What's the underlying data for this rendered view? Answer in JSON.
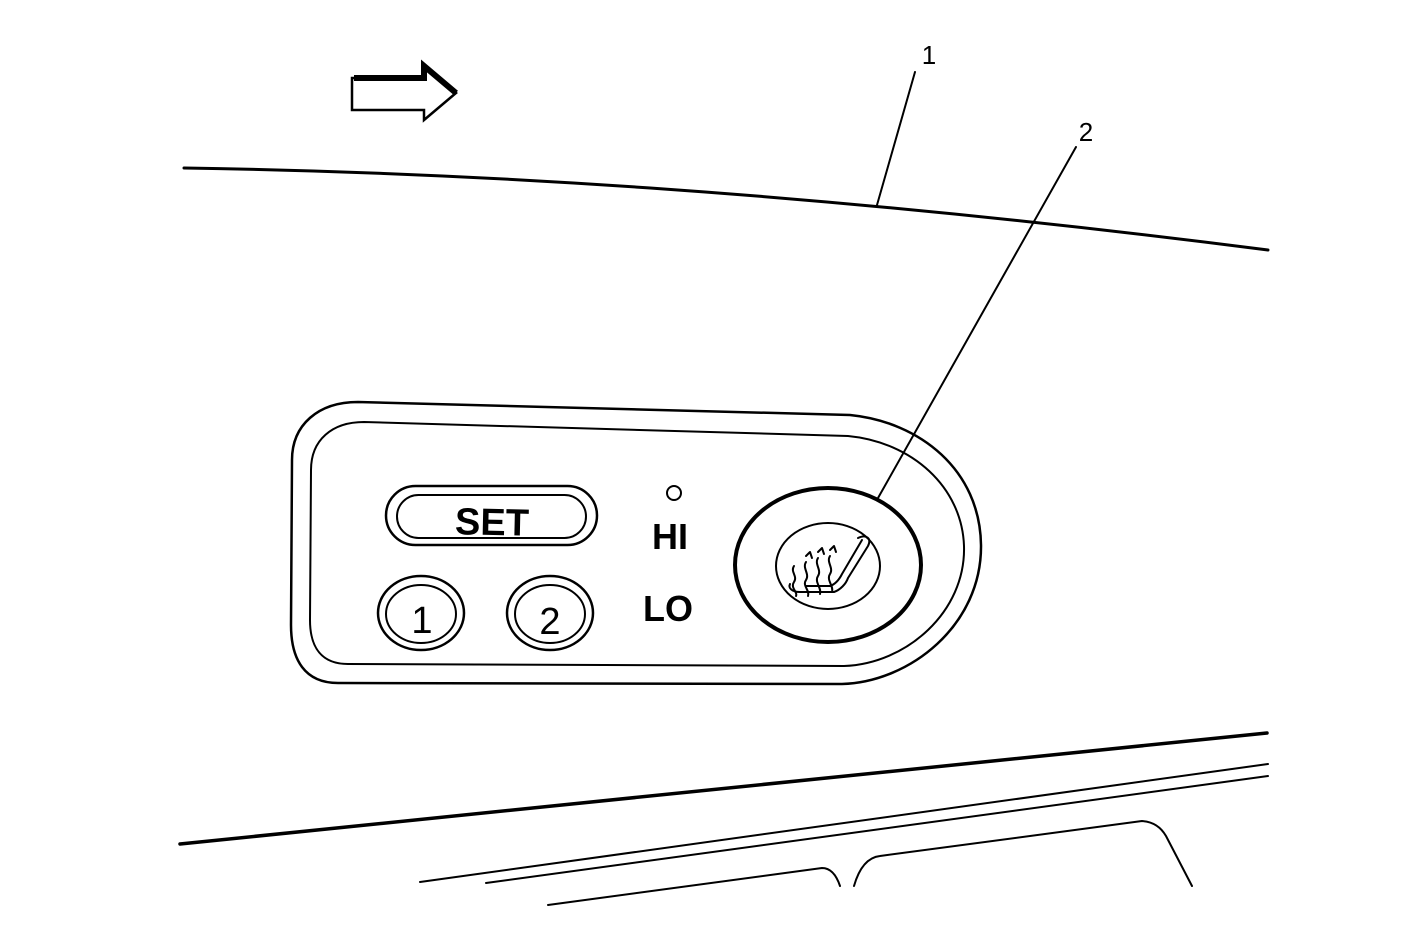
{
  "callouts": {
    "one": "1",
    "two": "2"
  },
  "panel": {
    "set_label": "SET",
    "memory_1_label": "1",
    "memory_2_label": "2",
    "hi_label": "HI",
    "lo_label": "LO",
    "switch_icon": "heated-seat-icon",
    "direction_icon": "forward-arrow-icon"
  }
}
